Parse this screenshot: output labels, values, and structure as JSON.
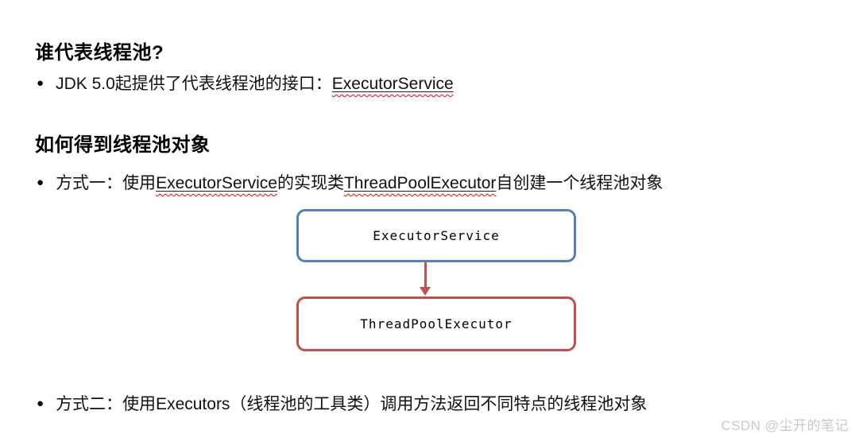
{
  "colors": {
    "accent_blue": "#4F81BD",
    "accent_red": "#C0504D",
    "squiggle": "#FF0000",
    "watermark": "#C9C9C9",
    "text": "#000000"
  },
  "bullet_glyph": "●",
  "headings": {
    "who": "谁代表线程池?",
    "how": "如何得到线程池对象"
  },
  "bullets": {
    "jdk": {
      "pre": "JDK 5.0起提供了代表线程池的接口：",
      "term": "ExecutorService"
    },
    "way1": {
      "seg1": "方式一：使用",
      "term1": "ExecutorService",
      "seg2": "的实现类",
      "term2": "ThreadPoolExecutor",
      "seg3": "自创建一个线程池对象"
    },
    "way2": {
      "text": "方式二：使用Executors（线程池的工具类）调用方法返回不同特点的线程池对象"
    }
  },
  "diagram": {
    "interface_label": "ExecutorService",
    "implementation_label": "ThreadPoolExecutor"
  },
  "watermark": "CSDN @尘开的笔记"
}
